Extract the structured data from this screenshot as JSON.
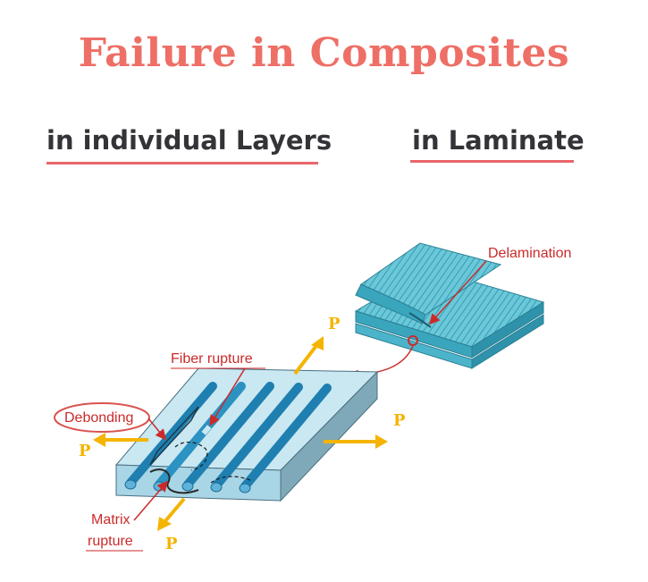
{
  "title": "Failure in Composites",
  "subheadings": {
    "left": "in individual Layers",
    "right": "in Laminate"
  },
  "labels": {
    "delamination": "Delamination",
    "fiber_rupture": "Fiber rupture",
    "debonding": "Debonding",
    "matrix_rupture_line1": "Matrix",
    "matrix_rupture_line2": "rupture",
    "load_symbol": "P"
  },
  "colors": {
    "title": "#ee6f66",
    "subheading_text": "#333338",
    "underline": "#e9666a",
    "annotation": "#cc2a2a",
    "load_arrow": "#f4b400",
    "matrix_block": "#bfe3f0",
    "fiber": "#1f7fb0",
    "laminate": "#4fb8cc"
  },
  "icons": {
    "load_arrow": "arrow-icon",
    "debonding_marker": "ellipse-outline"
  }
}
